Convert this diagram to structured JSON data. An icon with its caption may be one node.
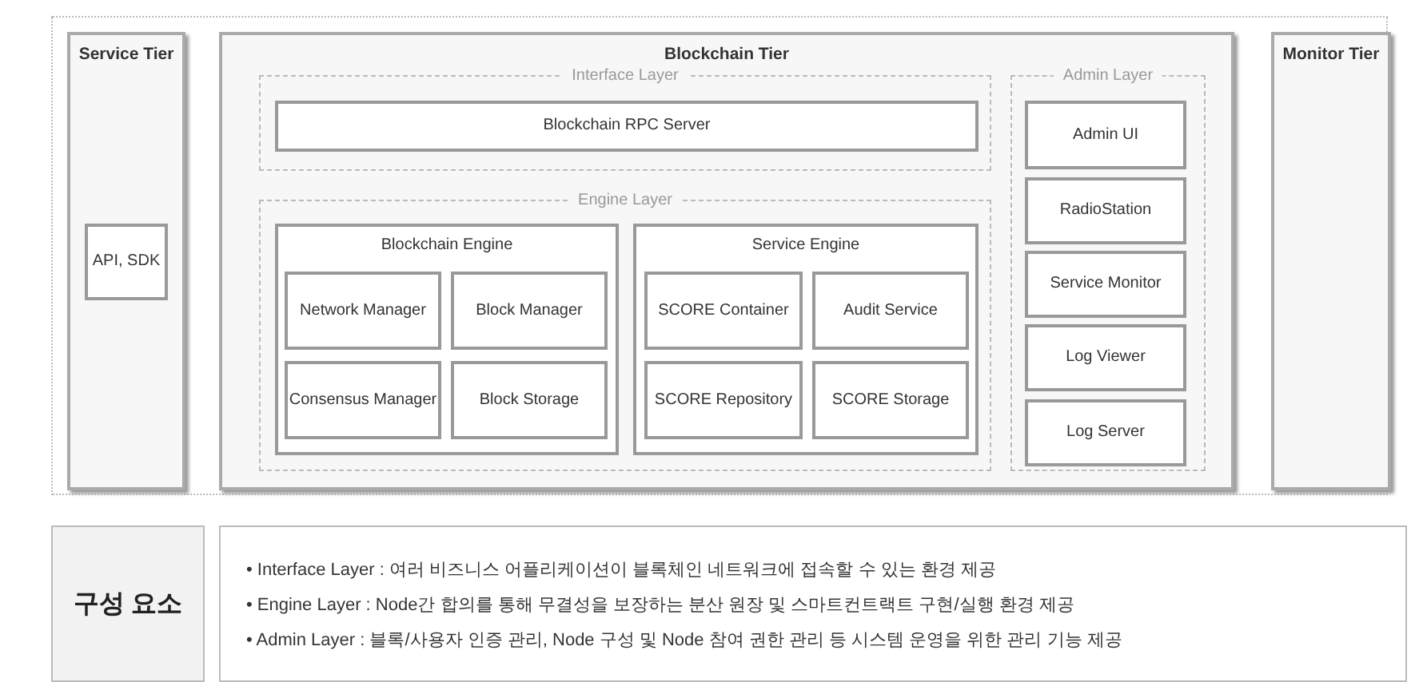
{
  "diagram": {
    "nodes": [
      {
        "text": [
          "Service Tier"
        ]
      },
      {
        "text": [
          "API, SDK"
        ],
        "in": 0
      },
      {
        "text": [
          "Blockchain Tier"
        ]
      },
      {
        "text": [
          "Interface Layer"
        ],
        "in": 2
      },
      {
        "text": [
          "Blockchain RPC Server"
        ],
        "in": 3
      },
      {
        "text": [
          "Engine Layer"
        ],
        "in": 2
      },
      {
        "text": [
          "Blockchain Engine"
        ],
        "in": 5
      },
      {
        "text": [
          "Network Manager"
        ],
        "in": 6
      },
      {
        "text": [
          "Block Manager"
        ],
        "in": 6
      },
      {
        "text": [
          "Consensus Manager"
        ],
        "in": 6
      },
      {
        "text": [
          "Block Storage"
        ],
        "in": 6
      },
      {
        "text": [
          "Service Engine"
        ],
        "in": 5
      },
      {
        "text": [
          "SCORE Container"
        ],
        "in": 11
      },
      {
        "text": [
          "Audit Service"
        ],
        "in": 11
      },
      {
        "text": [
          "SCORE Repository"
        ],
        "in": 11
      },
      {
        "text": [
          "SCORE Storage"
        ],
        "in": 11
      },
      {
        "text": [
          "Admin Layer"
        ],
        "in": 2
      },
      {
        "text": [
          "Admin UI"
        ],
        "in": 16
      },
      {
        "text": [
          "RadioStation"
        ],
        "in": 16
      },
      {
        "text": [
          "Service Monitor"
        ],
        "in": 16
      },
      {
        "text": [
          "Log Viewer"
        ],
        "in": 16
      },
      {
        "text": [
          "Log Server"
        ],
        "in": 16
      },
      {
        "text": [
          "Monitor Tier"
        ]
      },
      {
        "text": [
          "구성 요소"
        ]
      },
      {
        "text": [
          "• Interface Layer : 여러 비즈니스 어플리케이션이 블록체인 네트워크에 접속할 수 있는 환경 제공",
          "• Engine Layer : Node간 합의를 통해 무결성을 보장하는 분산 원장 및 스마트컨트랙트 구현/실행 환경 제공",
          "• Admin Layer : 블록/사용자 인증 관리, Node 구성 및 Node 참여 권한 관리 등 시스템 운영을 위한 관리 기능 제공"
        ]
      }
    ],
    "edges": []
  }
}
